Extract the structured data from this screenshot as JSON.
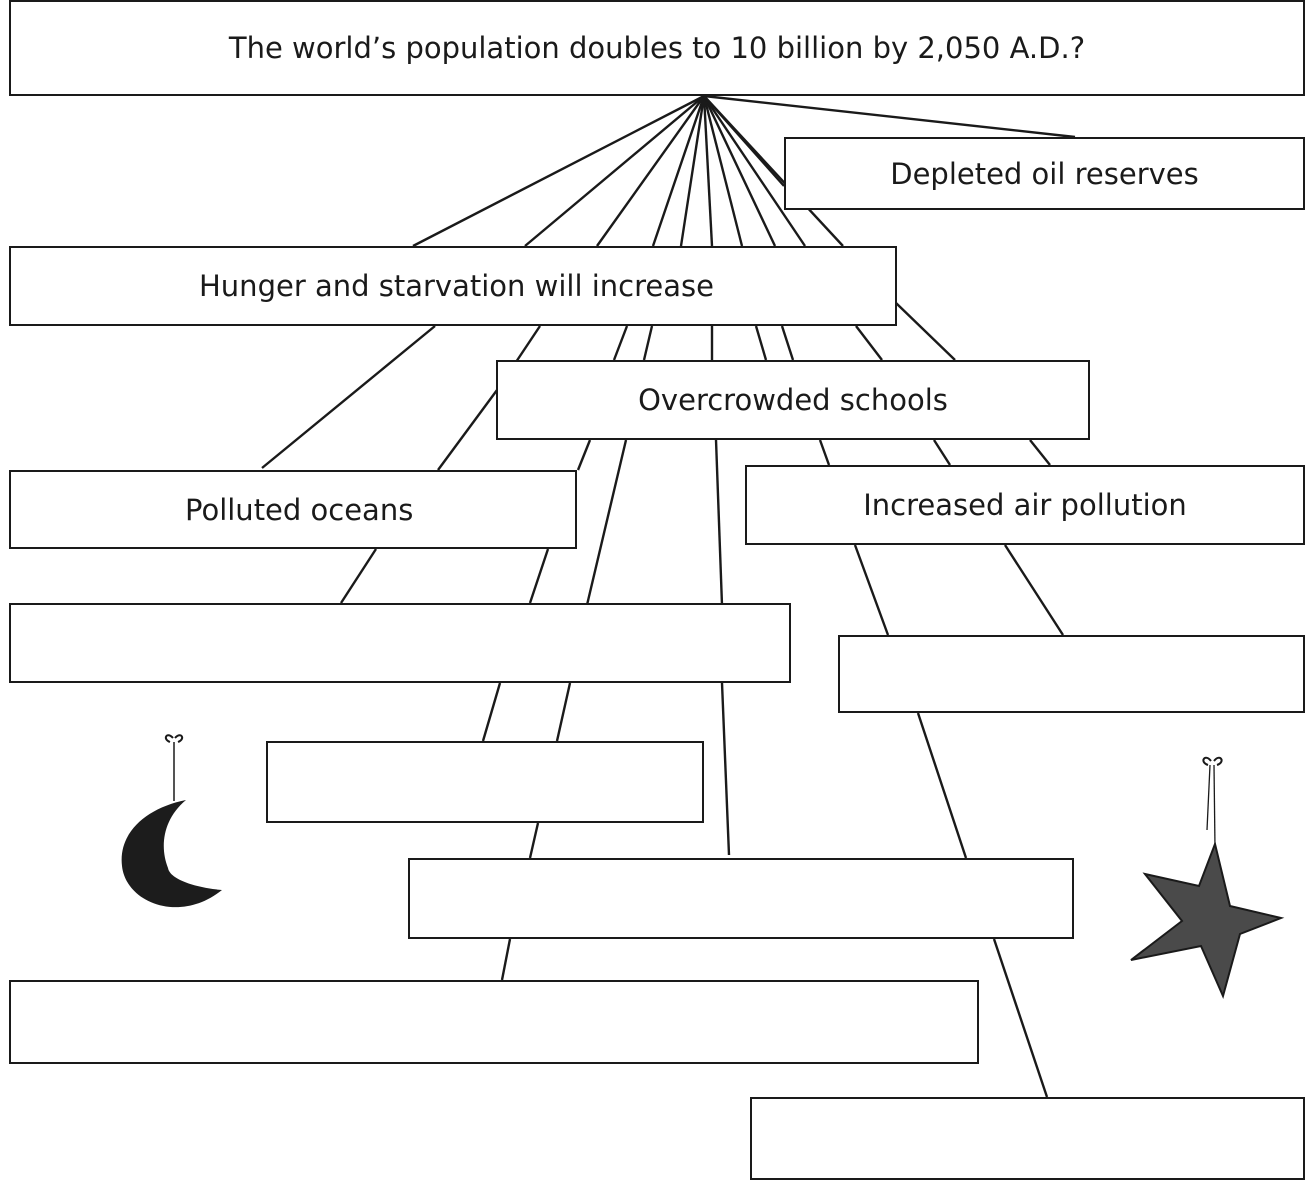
{
  "title": "The world’s population doubles to 10 billion by 2,050 A.D.?",
  "consequences": {
    "oil": "Depleted oil reserves",
    "hunger": "Hunger and starvation will increase",
    "schools": "Overcrowded schools",
    "oceans": "Polluted oceans",
    "air": "Increased air pollution",
    "blank1": "",
    "blank2": "",
    "blank3": "",
    "blank4": "",
    "blank5": "",
    "blank6": ""
  },
  "decorations": [
    "crescent-moon-icon",
    "star-icon"
  ]
}
